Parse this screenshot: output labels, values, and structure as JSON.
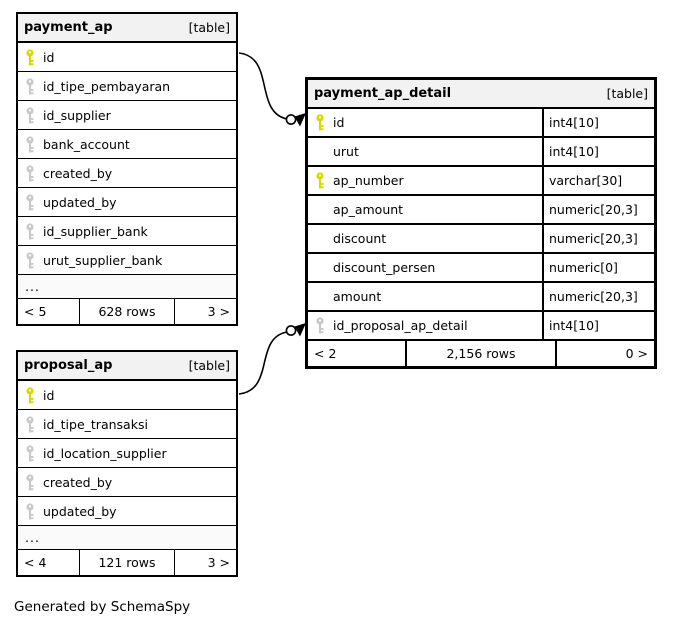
{
  "page": {
    "generated_note": "Generated by SchemaSpy"
  },
  "colors": {
    "primary_key": "#d9d900",
    "index_key": "#c9c9c9",
    "header_bg": "#f2f2f2"
  },
  "tables": [
    {
      "name": "payment_ap",
      "badge": "[table]",
      "columns": [
        {
          "name": "id",
          "key": "primary"
        },
        {
          "name": "id_tipe_pembayaran",
          "key": "index"
        },
        {
          "name": "id_supplier",
          "key": "index"
        },
        {
          "name": "bank_account",
          "key": "index"
        },
        {
          "name": "created_by",
          "key": "index"
        },
        {
          "name": "updated_by",
          "key": "index"
        },
        {
          "name": "id_supplier_bank",
          "key": "index"
        },
        {
          "name": "urut_supplier_bank",
          "key": "index"
        }
      ],
      "ellipsis": "...",
      "footer": {
        "left": "< 5",
        "center": "628 rows",
        "right": "3 >"
      }
    },
    {
      "name": "payment_ap_detail",
      "badge": "[table]",
      "columns": [
        {
          "name": "id",
          "key": "primary",
          "type": "int4[10]"
        },
        {
          "name": "urut",
          "key": "none",
          "type": "int4[10]"
        },
        {
          "name": "ap_number",
          "key": "primary",
          "type": "varchar[30]"
        },
        {
          "name": "ap_amount",
          "key": "none",
          "type": "numeric[20,3]"
        },
        {
          "name": "discount",
          "key": "none",
          "type": "numeric[20,3]"
        },
        {
          "name": "discount_persen",
          "key": "none",
          "type": "numeric[0]"
        },
        {
          "name": "amount",
          "key": "none",
          "type": "numeric[20,3]"
        },
        {
          "name": "id_proposal_ap_detail",
          "key": "index",
          "type": "int4[10]"
        }
      ],
      "footer": {
        "left": "< 2",
        "center": "2,156 rows",
        "right": "0 >"
      }
    },
    {
      "name": "proposal_ap",
      "badge": "[table]",
      "columns": [
        {
          "name": "id",
          "key": "primary"
        },
        {
          "name": "id_tipe_transaksi",
          "key": "index"
        },
        {
          "name": "id_location_supplier",
          "key": "index"
        },
        {
          "name": "created_by",
          "key": "index"
        },
        {
          "name": "updated_by",
          "key": "index"
        }
      ],
      "ellipsis": "...",
      "footer": {
        "left": "< 4",
        "center": "121 rows",
        "right": "3 >"
      }
    }
  ],
  "relations": [
    {
      "from_table": "payment_ap",
      "from_row": "id",
      "to_table": "payment_ap_detail",
      "to_row": "id"
    },
    {
      "from_table": "proposal_ap",
      "from_row": "id",
      "to_table": "payment_ap_detail",
      "to_row": "id_proposal_ap_detail"
    }
  ]
}
